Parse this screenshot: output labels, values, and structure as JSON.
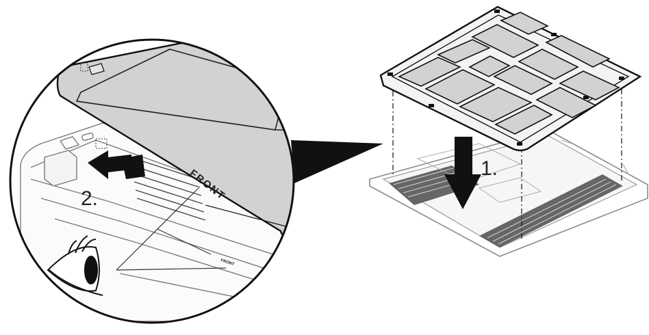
{
  "diagram": {
    "step_1": "1.",
    "step_2": "2.",
    "front_label": "FRONT",
    "front_label_small": "FRONT",
    "colors": {
      "ink": "#1a1a1a",
      "filter_fill": "#d6d6d6",
      "frame_fill": "#f4f4f4",
      "base_fill": "#ffffff"
    }
  }
}
